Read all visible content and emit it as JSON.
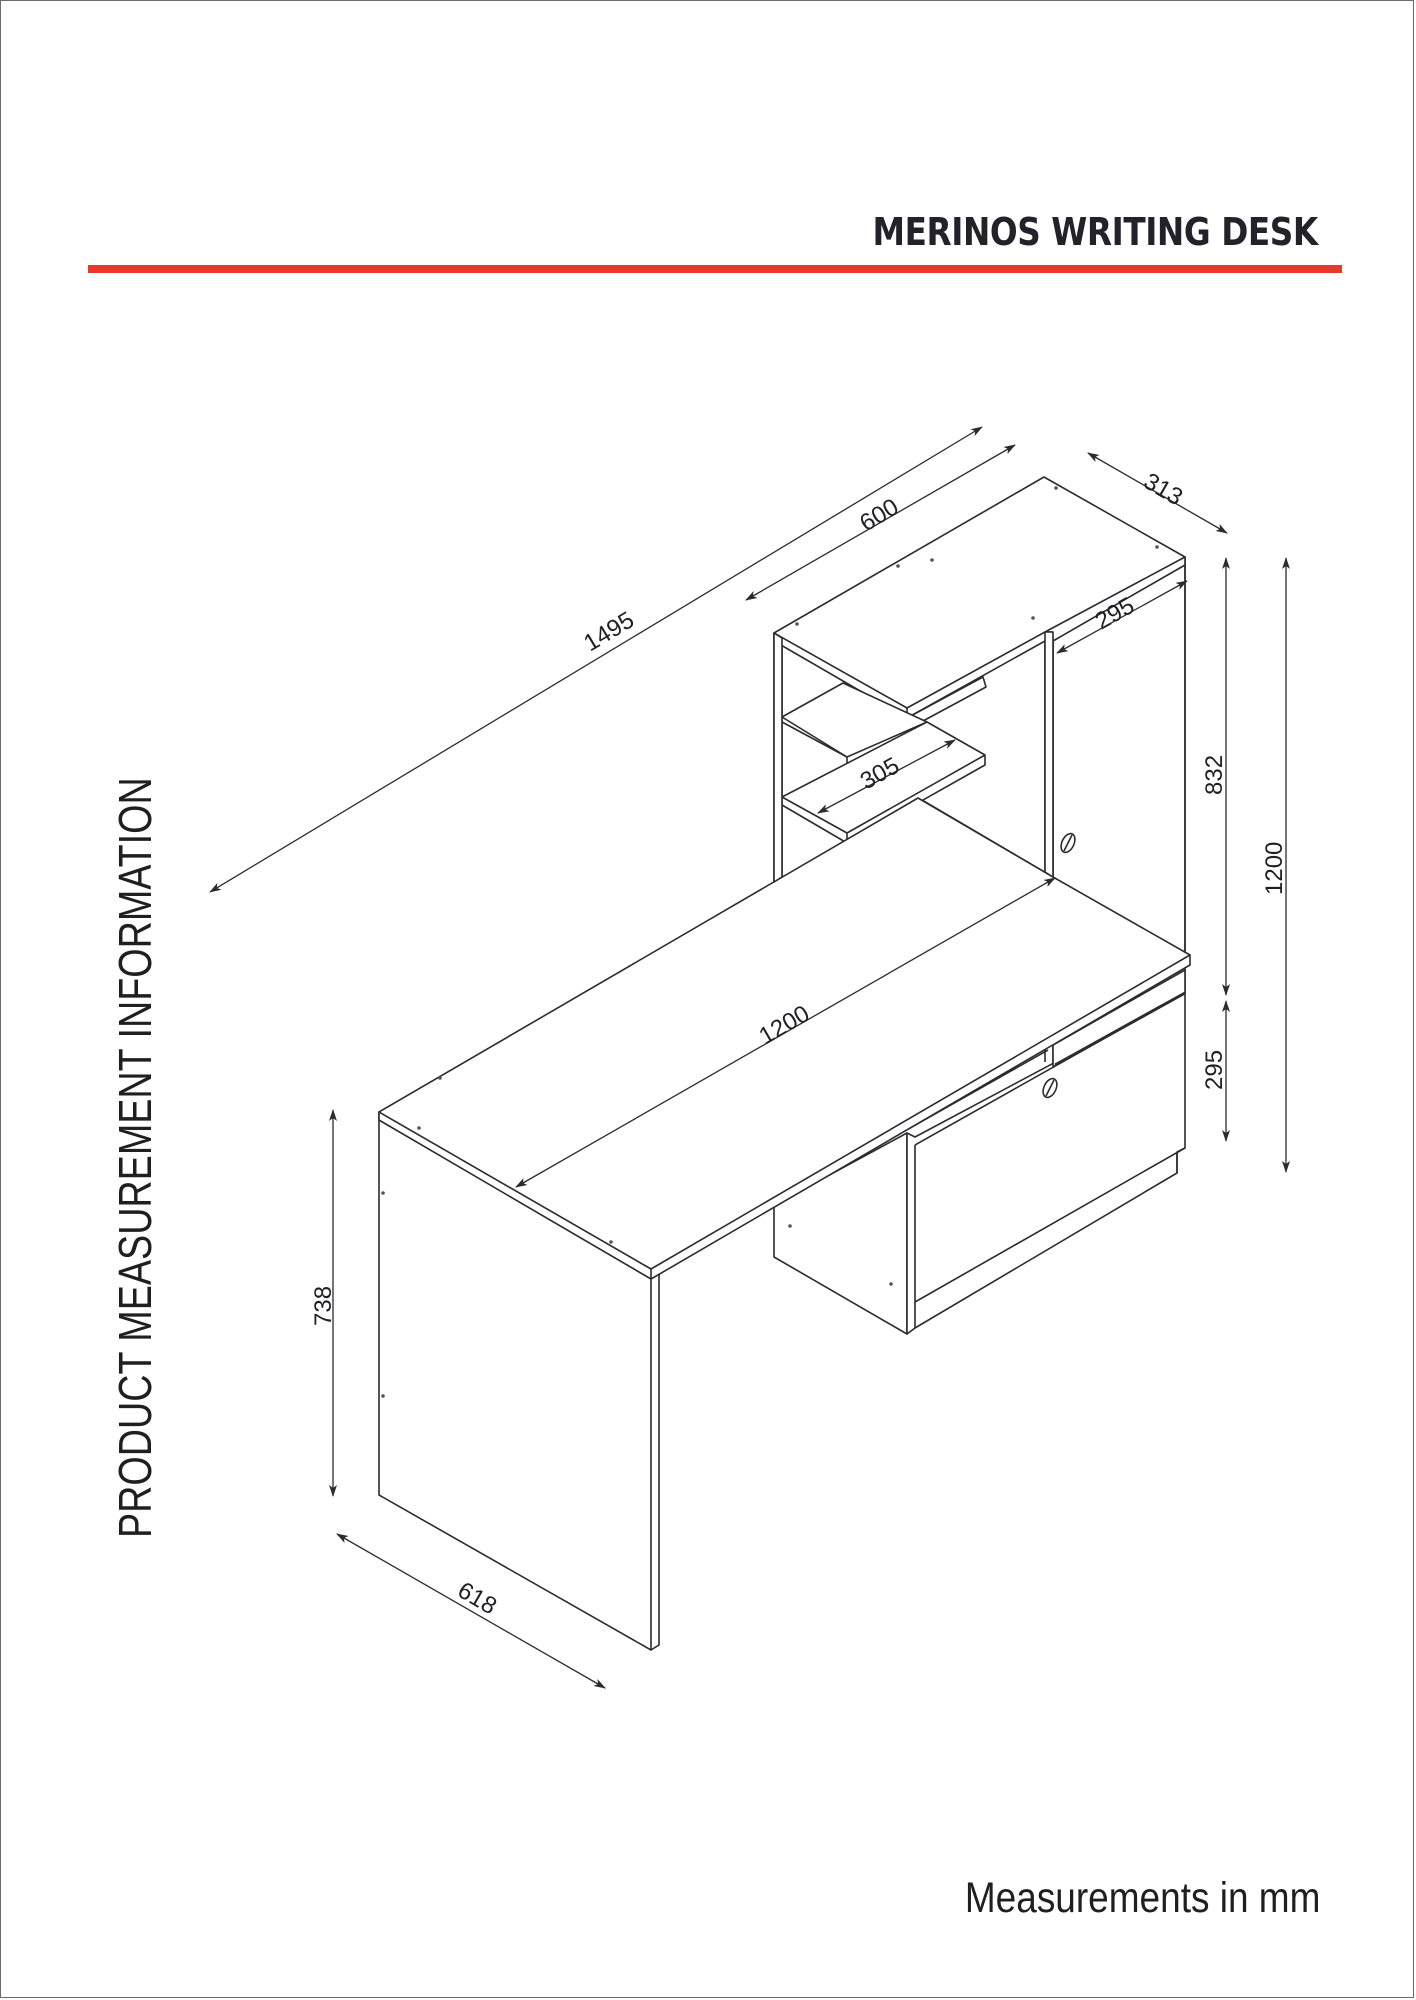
{
  "document": {
    "title": "MERINOS WRITING DESK",
    "side_title": "PRODUCT MEASUREMENT INFORMATION",
    "footer_note": "Measurements in mm",
    "accent_color": "#e8372b",
    "line_color": "#2b2b30"
  },
  "dimensions": {
    "overall_width": "1495",
    "hutch_width": "600",
    "hutch_depth": "313",
    "hutch_inner_depth": "295",
    "shelf_depth": "305",
    "hutch_height": "832",
    "total_height": "1200",
    "cabinet_height": "295",
    "desktop_length": "1200",
    "desk_height": "738",
    "desk_depth": "618"
  }
}
